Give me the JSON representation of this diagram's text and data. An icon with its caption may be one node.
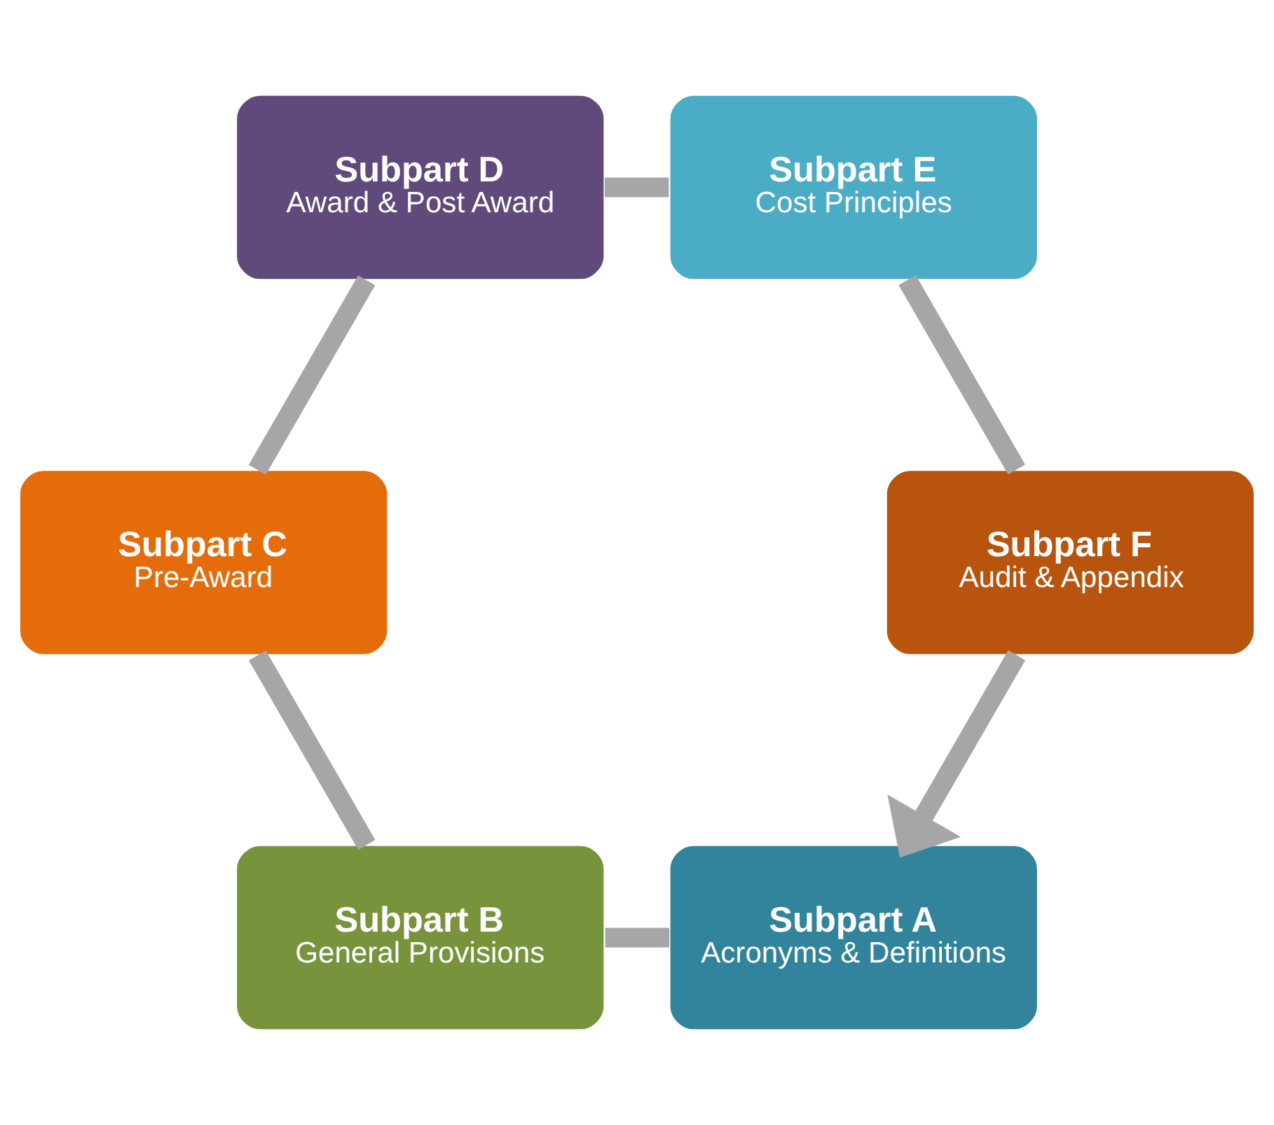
{
  "diagram": {
    "nodes": [
      {
        "text": [
          "Subpart A",
          "Acronyms & Definitions"
        ]
      },
      {
        "text": [
          "Subpart B",
          "General Provisions"
        ]
      },
      {
        "text": [
          "Subpart C",
          "Pre-Award"
        ]
      },
      {
        "text": [
          "Subpart D",
          "Award & Post Award"
        ]
      },
      {
        "text": [
          "Subpart E",
          "Cost Principles"
        ]
      },
      {
        "text": [
          "Subpart F",
          "Audit & Appendix"
        ]
      }
    ],
    "edges": [
      {
        "from": 0,
        "to": 1,
        "arrow": "none"
      },
      {
        "from": 1,
        "to": 2,
        "arrow": "none"
      },
      {
        "from": 2,
        "to": 3,
        "arrow": "none"
      },
      {
        "from": 3,
        "to": 4,
        "arrow": "none"
      },
      {
        "from": 4,
        "to": 5,
        "arrow": "none"
      },
      {
        "from": 5,
        "to": 0,
        "arrow": "to"
      }
    ]
  }
}
